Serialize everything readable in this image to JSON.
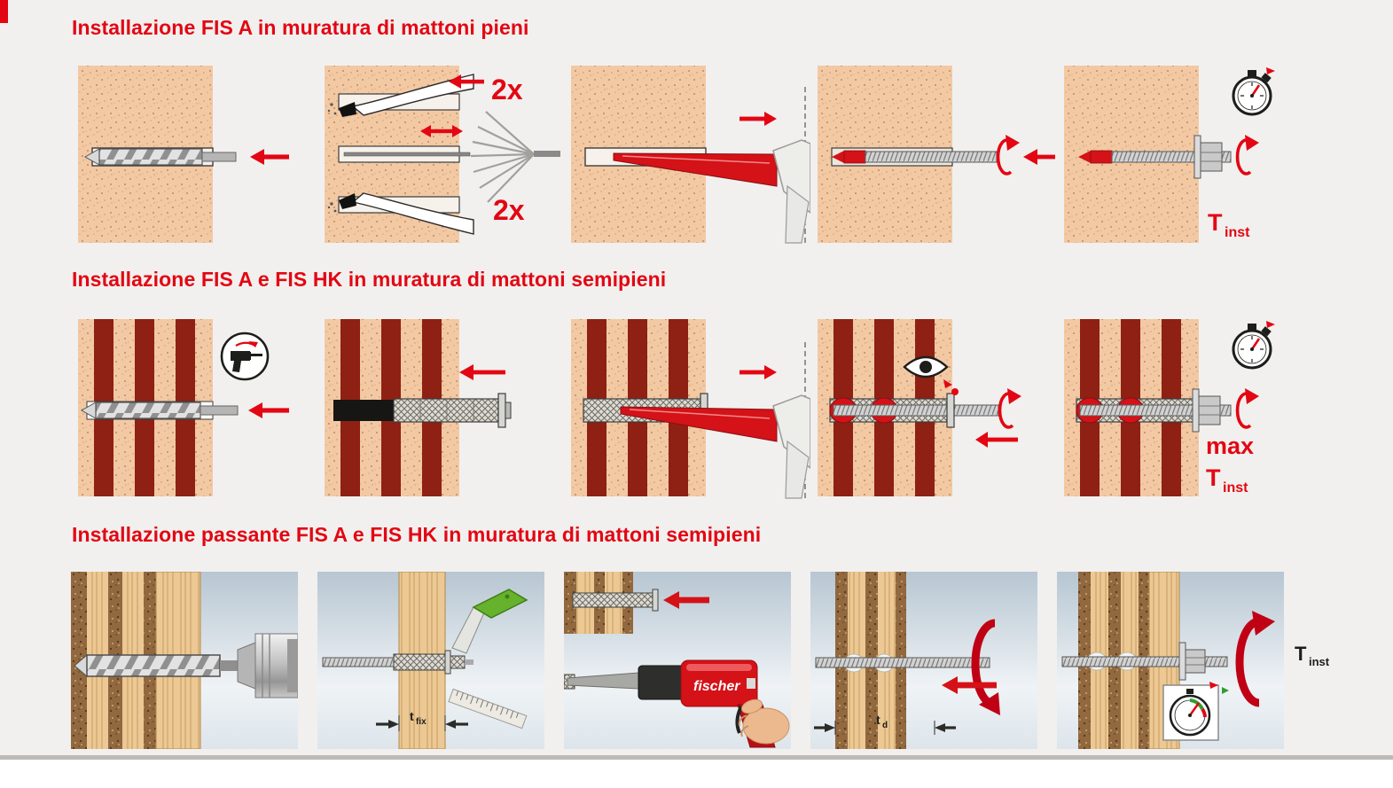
{
  "page": {
    "background": "#f1f0ee",
    "accent_red": "#e30613"
  },
  "sections": [
    {
      "heading": "Installazione FIS A in muratura di mattoni pieni",
      "labels": {
        "blow_top": "2x",
        "blow_bottom": "2x",
        "torque": {
          "symbol": "T",
          "subscript": "inst"
        }
      }
    },
    {
      "heading": "Installazione FIS A e FIS HK in muratura di mattoni semipieni",
      "labels": {
        "max": "max",
        "torque": {
          "symbol": "T",
          "subscript": "inst"
        }
      }
    },
    {
      "heading": "Installazione passante FIS A e FIS HK in muratura di mattoni semipieni",
      "labels": {
        "fixture_thickness": {
          "symbol": "t",
          "subscript": "fix"
        },
        "brand": "fischer",
        "drill_depth": {
          "symbol": "t",
          "subscript": "d"
        },
        "torque": {
          "symbol": "T",
          "subscript": "inst"
        }
      }
    }
  ]
}
